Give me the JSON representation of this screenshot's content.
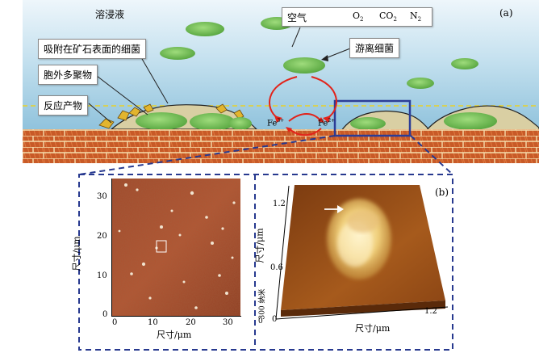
{
  "top": {
    "leach_label": "溶浸液",
    "panel_a": "(a)",
    "air": {
      "label": "空气",
      "o2": "O",
      "o2_sub": "2",
      "co2": "CO",
      "co2_sub": "2",
      "n2": "N",
      "n2_sub": "2"
    },
    "attached_label": "吸附在矿石表面的细菌",
    "free_label": "游离细菌",
    "eps_label": "胞外多聚物",
    "product_label": "反应产物",
    "fe3": "Fe",
    "fe3_sup": "3+",
    "fe2": "Fe",
    "fe2_sup": "2+"
  },
  "afm2d": {
    "yticks": [
      "30",
      "20",
      "10",
      "0"
    ],
    "xticks": [
      "0",
      "10",
      "20",
      "30"
    ],
    "ylabel": "尺寸/μm",
    "xlabel": "尺寸/μm"
  },
  "afm3d": {
    "panel_b": "(b)",
    "ylabel": "尺寸/μm",
    "xlabel": "尺寸/μm",
    "yticks": [
      "1.2",
      "0.6"
    ],
    "xtick": "1.2",
    "zero": "0",
    "zlabel": "300 纳米",
    "zero_x": "0"
  },
  "colors": {
    "sky": "#aed3e6",
    "water": "#8ec3dd",
    "bacteria": "#6cbf4e",
    "brick": "#c75a26",
    "brick_line": "#f3d9a8",
    "dash_blue": "#27398f",
    "arrow_red": "#e2231a"
  }
}
